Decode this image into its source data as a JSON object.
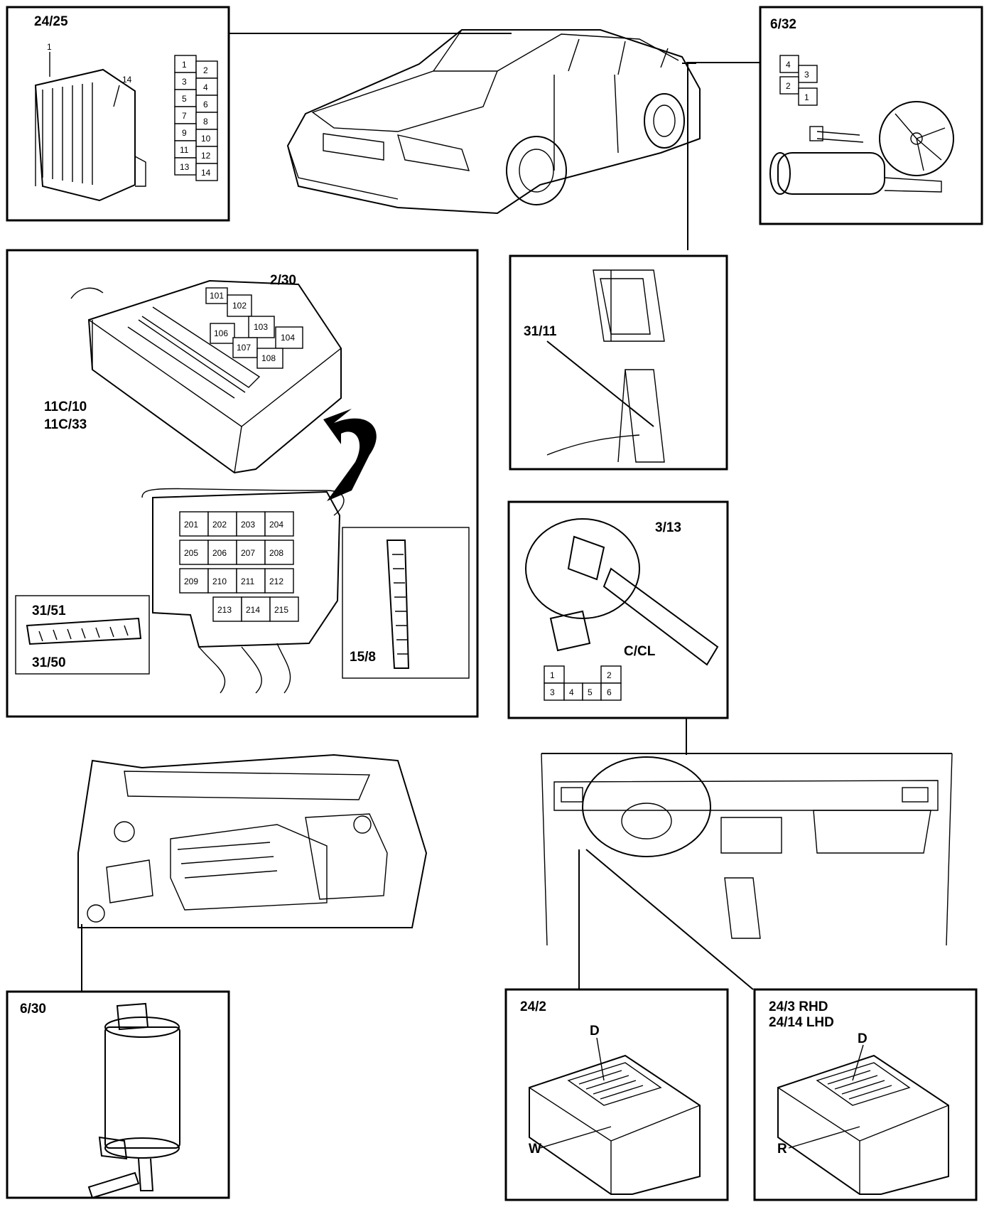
{
  "panels": {
    "p2425": {
      "label": "24/25",
      "pin_first": "1",
      "pin_last": "14",
      "grid": [
        "1",
        "2",
        "3",
        "4",
        "5",
        "6",
        "7",
        "8",
        "9",
        "10",
        "11",
        "12",
        "13",
        "14"
      ]
    },
    "p632": {
      "label": "6/32",
      "grid": [
        "4",
        "3",
        "2",
        "1"
      ]
    },
    "fusebox": {
      "relay_label": "2/30",
      "box_label_1": "11C/10",
      "box_label_2": "11C/33",
      "relays_top": [
        "101",
        "102",
        "103",
        "104",
        "106",
        "107",
        "108"
      ],
      "fuses_lower": [
        "201",
        "202",
        "203",
        "204",
        "205",
        "206",
        "207",
        "208",
        "209",
        "210",
        "211",
        "212",
        "213",
        "214",
        "215"
      ],
      "connector_top": "31/51",
      "connector_bottom": "31/50",
      "connector_side": "15/8"
    },
    "p3111": {
      "label": "31/11"
    },
    "p313": {
      "label": "3/13",
      "sub": "C/CL",
      "grid": [
        "1",
        "2",
        "3",
        "4",
        "5",
        "6"
      ]
    },
    "p630": {
      "label": "6/30"
    },
    "p242": {
      "label": "24/2",
      "mark_top": "D",
      "mark_bottom": "W"
    },
    "p243": {
      "label_1": "24/3 RHD",
      "label_2": "24/14 LHD",
      "mark_top": "D",
      "mark_bottom": "R"
    }
  }
}
